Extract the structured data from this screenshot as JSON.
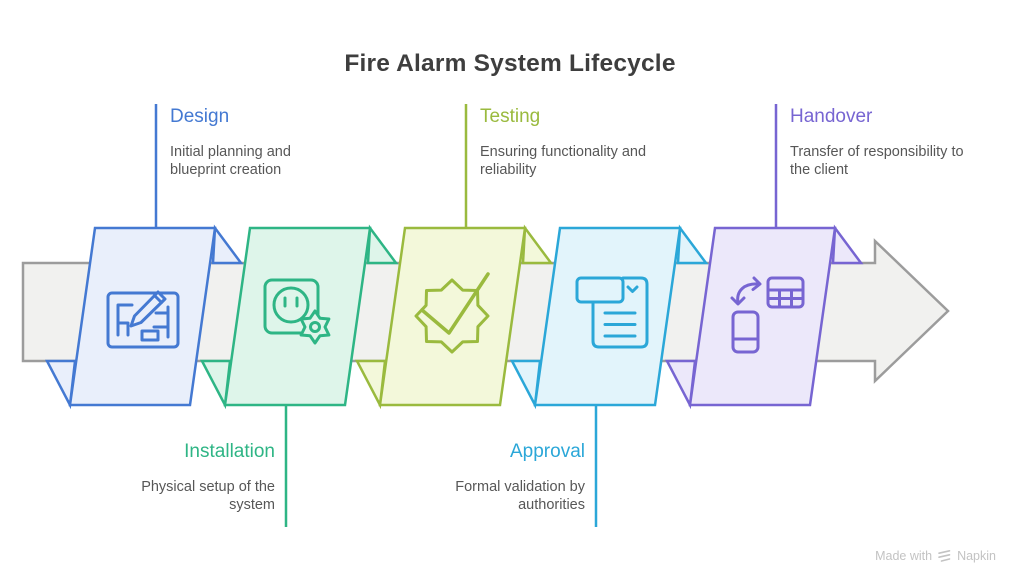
{
  "title": "Fire Alarm System Lifecycle",
  "stages": [
    {
      "id": "design",
      "name": "Design",
      "description": "Initial planning and blueprint creation",
      "color": "#4479d2",
      "fill": "#e9effb",
      "label_position": "top",
      "icon": "blueprint-pencil-icon"
    },
    {
      "id": "installation",
      "name": "Installation",
      "description": "Physical setup of the system",
      "color": "#2eb585",
      "fill": "#def5ea",
      "label_position": "bottom",
      "icon": "outlet-gear-icon"
    },
    {
      "id": "testing",
      "name": "Testing",
      "description": "Ensuring functionality and reliability",
      "color": "#9aba3e",
      "fill": "#f3f8da",
      "label_position": "top",
      "icon": "badge-check-icon"
    },
    {
      "id": "approval",
      "name": "Approval",
      "description": "Formal validation by authorities",
      "color": "#2ba7d8",
      "fill": "#e2f4fb",
      "label_position": "bottom",
      "icon": "form-dropdown-icon"
    },
    {
      "id": "handover",
      "name": "Handover",
      "description": "Transfer of responsibility to the client",
      "color": "#7765d2",
      "fill": "#ece8fa",
      "label_position": "top",
      "icon": "device-transfer-icon"
    }
  ],
  "arrow": {
    "stroke": "#9c9c9c",
    "fill": "#f1f1ef"
  },
  "text_colors": {
    "title": "#3e3e3e",
    "description": "#575757"
  },
  "footer": {
    "made_with": "Made with",
    "brand": "Napkin",
    "color": "#c3c3c3",
    "icon": "napkin-logo-icon"
  }
}
